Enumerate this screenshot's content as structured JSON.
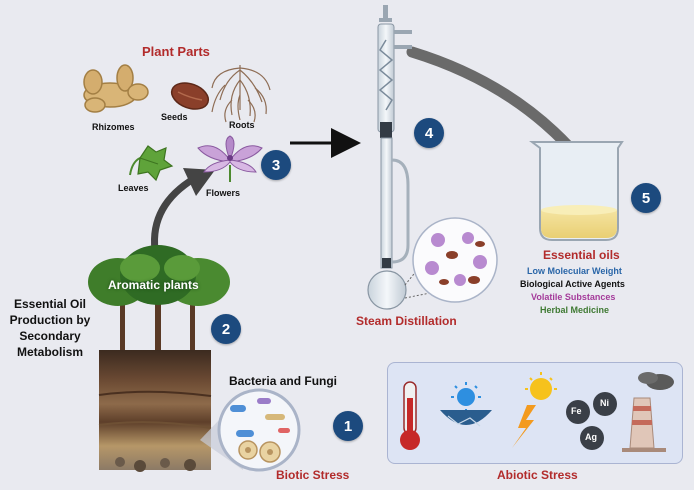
{
  "labels": {
    "plant_parts": "Plant Parts",
    "rhizomes": "Rhizomes",
    "seeds": "Seeds",
    "roots": "Roots",
    "leaves": "Leaves",
    "flowers": "Flowers",
    "aromatic_plants": "Aromatic plants",
    "eo_production_line1": "Essential Oil",
    "eo_production_line2": "Production by",
    "eo_production_line3": "Secondary",
    "eo_production_line4": "Metabolism",
    "bacteria_fungi": "Bacteria and Fungi",
    "biotic_stress": "Biotic Stress",
    "abiotic_stress": "Abiotic Stress",
    "steam_distillation": "Steam Distillation",
    "essential_oils": "Essential oils",
    "prop_low_mw": "Low Molecular Weight",
    "prop_bio_agents": "Biological Active Agents",
    "prop_volatile": "Volatile Substances",
    "prop_herbal": "Herbal Medicine",
    "metal_fe": "Fe",
    "metal_ni": "Ni",
    "metal_ag": "Ag"
  },
  "steps": [
    "1",
    "2",
    "3",
    "4",
    "5"
  ],
  "colors": {
    "heading_red": "#b22b2b",
    "step_blue": "#1c4a7e",
    "low_mw_blue": "#2a66a8",
    "volatile_purple": "#a43b9a",
    "herbal_green": "#3f7a33",
    "arrow_gray": "#555555"
  },
  "icons": [
    "ginger-rhizome-icon",
    "seed-icon",
    "roots-icon",
    "leaf-icon",
    "flower-icon",
    "tree-icon",
    "soil-icon",
    "microbe-icon",
    "condenser-icon",
    "flask-icon",
    "beaker-icon",
    "thermometer-icon",
    "sun-drought-icon",
    "lightning-icon",
    "factory-icon"
  ]
}
